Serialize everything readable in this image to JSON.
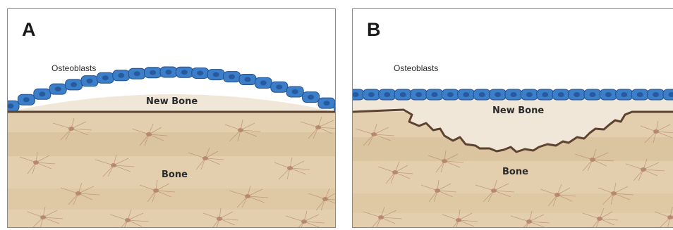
{
  "figure": {
    "panels": [
      {
        "letter": "A",
        "cells_label": "Osteoblasts",
        "new_bone_label": "New Bone",
        "bone_label": "Bone"
      },
      {
        "letter": "B",
        "cells_label": "Osteoblasts",
        "new_bone_label": "New Bone",
        "bone_label": "Bone"
      }
    ],
    "colors": {
      "bone": "#e3cfad",
      "bone_dark": "#d2b58c",
      "new_bone": "#f1e7d8",
      "osteoblast": "#3d7ec9",
      "osteoblast_dark": "#1f4f8f",
      "surface_line": "#5e4230",
      "osteocyte": "#b5856a"
    }
  }
}
